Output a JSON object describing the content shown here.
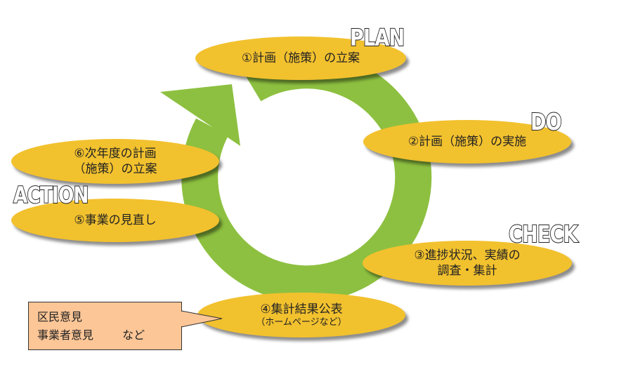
{
  "phases": {
    "plan": "PLAN",
    "do": "DO",
    "check": "CHECK",
    "action": "ACTION"
  },
  "steps": [
    {
      "line1": "①計画（施策）の立案",
      "line2": ""
    },
    {
      "line1": "②計画（施策）の実施",
      "line2": ""
    },
    {
      "line1": "③進捗状況、実績の",
      "line2": "調査・集計"
    },
    {
      "line1": "④集計結果公表",
      "line2": "（ホームページなど）"
    },
    {
      "line1": "⑤事業の見直し",
      "line2": ""
    },
    {
      "line1": "⑥次年度の計画",
      "line2": "（施策）の立案"
    }
  ],
  "callout": {
    "line1": "区民意見",
    "line2a": "事業者意見",
    "line2b": "など"
  },
  "colors": {
    "ellipse_fill": "#f2c12e",
    "cycle_arrow": "#8dc040",
    "callout_fill": "#fcc697"
  }
}
